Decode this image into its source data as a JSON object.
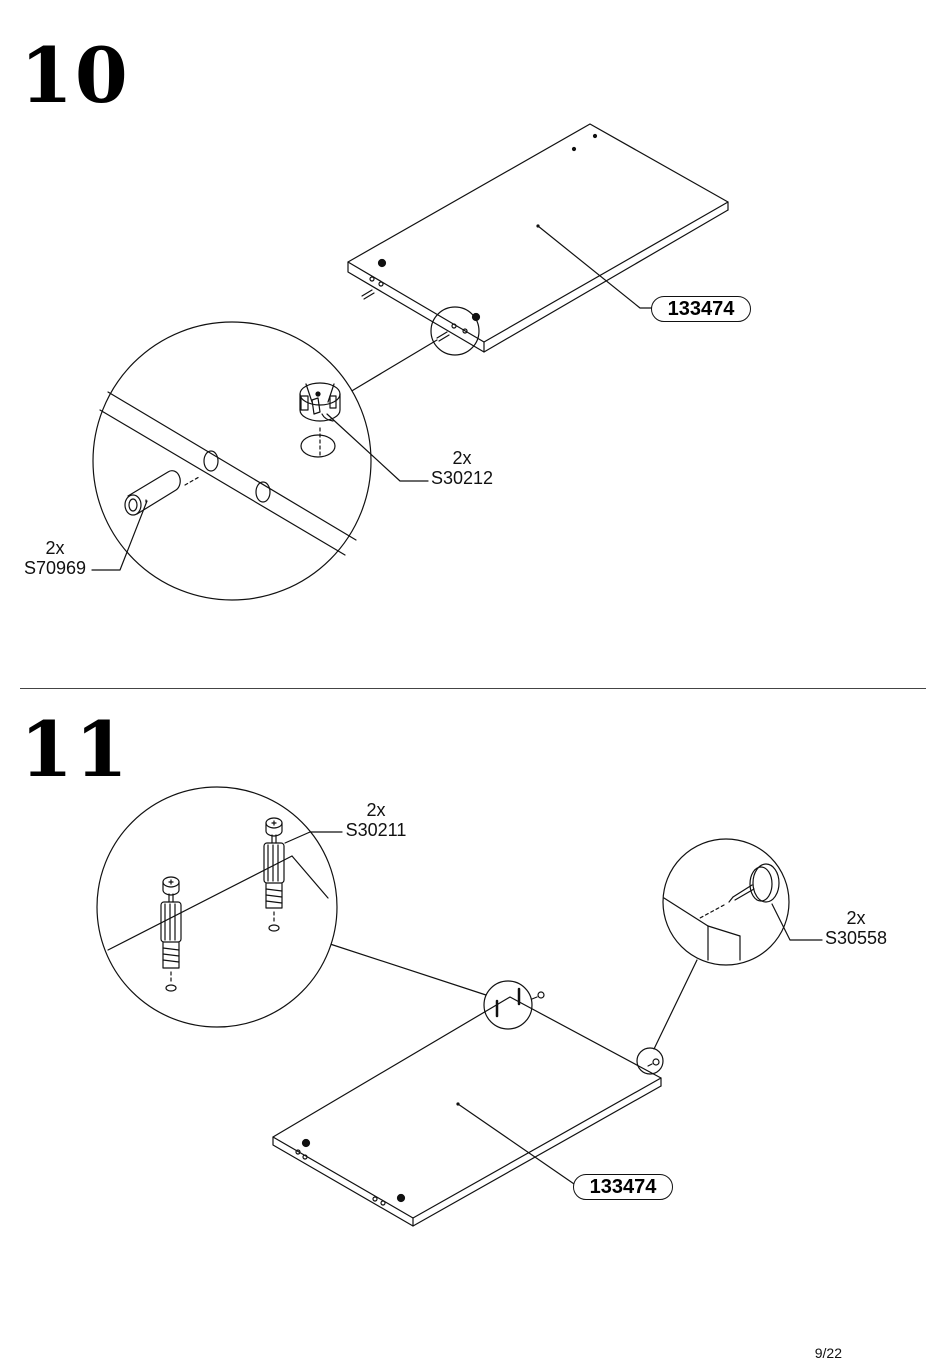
{
  "steps": [
    {
      "number": "10",
      "panel_label": "133474",
      "hardware": [
        {
          "quantity": "2x",
          "code": "S30212"
        },
        {
          "quantity": "2x",
          "code": "S70969"
        }
      ]
    },
    {
      "number": "11",
      "panel_label": "133474",
      "hardware": [
        {
          "quantity": "2x",
          "code": "S30211"
        },
        {
          "quantity": "2x",
          "code": "S30558"
        }
      ]
    }
  ],
  "page": "9/22"
}
